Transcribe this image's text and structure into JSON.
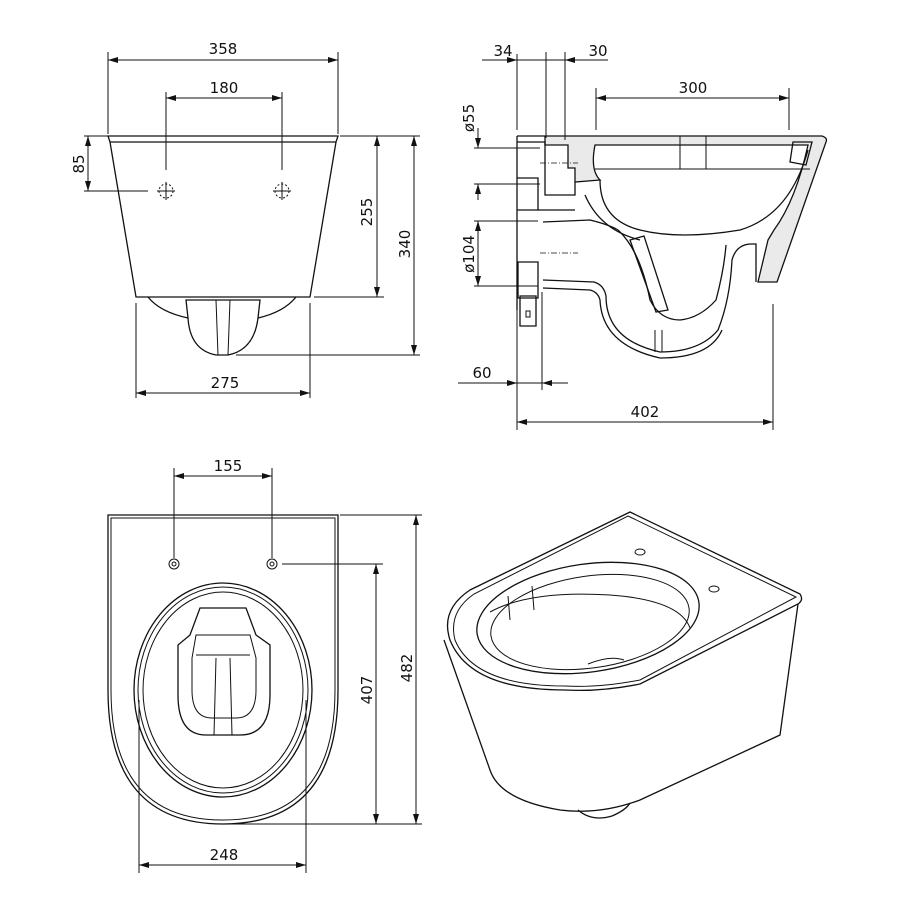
{
  "drawing": {
    "subject": "Wall-hung toilet technical drawing",
    "line_color": "#111111",
    "background": "#ffffff",
    "views": {
      "front": {
        "name": "Front view",
        "dimensions": {
          "overall_width": "358",
          "fixing_hole_spacing": "180",
          "hole_height_from_top": "85",
          "body_height": "255",
          "overall_height": "340",
          "bottom_width": "275"
        }
      },
      "side": {
        "name": "Side section view",
        "dimensions": {
          "wall_offset_a": "34",
          "wall_offset_b": "30",
          "bowl_opening": "300",
          "inlet_diameter": "ø55",
          "outlet_diameter": "ø104",
          "outlet_projection": "60",
          "overall_depth": "402"
        }
      },
      "top": {
        "name": "Top view",
        "dimensions": {
          "seat_hole_spacing": "155",
          "hole_to_front": "407",
          "overall_length": "482",
          "bowl_width": "248"
        }
      },
      "iso": {
        "name": "Isometric view"
      }
    }
  }
}
